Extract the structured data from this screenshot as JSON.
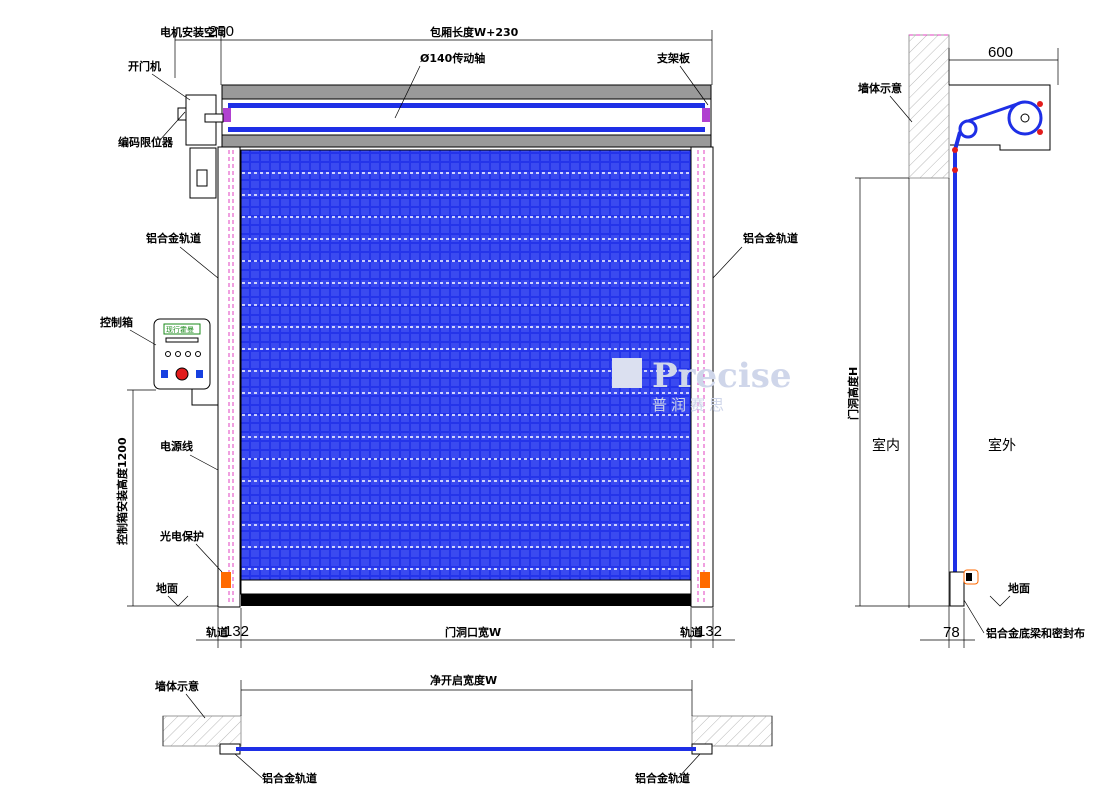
{
  "labels": {
    "motor_space": "电机安装空间",
    "dim_250": "250",
    "box_length": "包厢长度W+230",
    "shaft": "Ø140传动轴",
    "bracket": "支架板",
    "opener": "开门机",
    "encoder": "编码限位器",
    "rail_left": "铝合金轨道",
    "rail_right": "铝合金轨道",
    "control_box": "控制箱",
    "panel_screen": "现行霍曼",
    "power_line": "电源线",
    "photo_protect": "光电保护",
    "ground_left": "地面",
    "control_height": "控制箱安装高度1200",
    "track_left": "轨道",
    "dim_132_left": "132",
    "opening_width": "门洞口宽W",
    "track_right": "轨道",
    "dim_132_right": "132",
    "wall_side": "墙体示意",
    "dim_600": "600",
    "opening_height": "门洞高度H",
    "indoor": "室内",
    "outdoor": "室外",
    "ground_right": "地面",
    "dim_78": "78",
    "bottom_bar": "铝合金底梁和密封布",
    "wall_plan": "墙体示意",
    "clear_width": "净开启宽度W",
    "rail_plan_left": "铝合金轨道",
    "rail_plan_right": "铝合金轨道",
    "watermark_en": "Precise",
    "watermark_cn": "普润赛思"
  },
  "colors": {
    "curtain": "#1e2fe6",
    "curtain_dark": "#0a16b0",
    "frame_gray": "#8a8a8a",
    "pink_dash": "#e040c0",
    "orange": "#ff6a00",
    "red_button": "#e21c1c",
    "blue_button": "#1740e0"
  }
}
